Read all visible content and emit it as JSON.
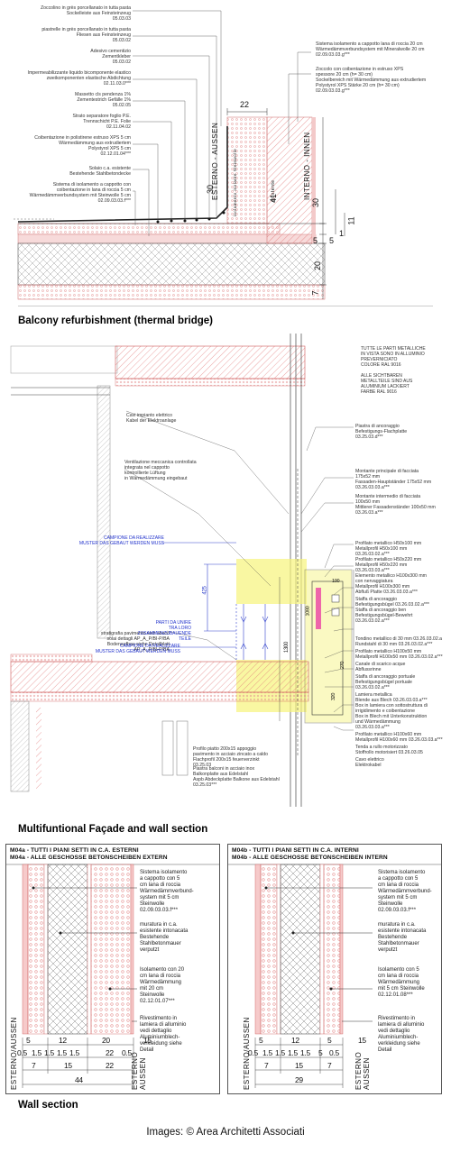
{
  "captions": {
    "balcony": "Balcony refurbishment (thermal bridge)",
    "facade": "Multifuntional Façade and wall section",
    "wall": "Wall section"
  },
  "credit": "Images: © Area Architetti Associati",
  "balcony": {
    "left_notes": [
      "Zoccolino in grès porcellanato in tutta pasta\nSockelleiste aus Feinsteinzeug\n05.03.03",
      "piastrelle in grès porcellanato in tutta pasta\nFliesen aus Feinsteinzeug\n05.03.02",
      "Adesivo cementizio\nZementkleber\n05.03.02",
      "Impermeabilizzante liquido bicomponente elastico\nzweikomponenten elastische Abdichtung\n02.11.03.0***",
      "Massetto cls pendenza 1%\nZementestrich Gefälle 1%\n05.02.05",
      "Strato separatore foglio P.E.\nTrennschicht P.E. Folie\n02.11.04.02",
      "Coibentazione in polistirene estruso XPS 5 cm\nWärmedämmung aus extrudiertem\nPolystyrol XPS 5 cm\n02.12.01.04***",
      "Solaio c.a. esistente\nBestehende Stahlbetondecke",
      "Sistema di isolamento a cappotto con\ncoibentazione in lana di roccia 5 cm\nWärmedämmverbundsystem mit Steinwolle 5 cm\n02.09.03.03.f***"
    ],
    "right_notes": [
      "Sistema isolamento a cappotto lana di roccia 20 cm\nWärmedämmverbundsystem mit Mineralwolle 20 cm\n02.09.03.03.g***",
      "Zoccolo con coibentazione in estruso XPS\nspessore 20 cm (h= 30 cm)\nSockelbereich mit Wärmedämmung aus extrudiertem\nPolystyrol XPS Stärke 20 cm (h= 30 cm)\n02.09.03.03.g***"
    ],
    "labels": {
      "outside": "ESTERNO - AUSSEN",
      "inside": "INTERNO - INNEN",
      "mineral": "isolamento isolante\nSteinwolle",
      "existing": "esistente"
    },
    "dims": {
      "top": "22",
      "d30a": "30",
      "d30b": "30",
      "d41": "41",
      "d5a": "5",
      "d5b": "5",
      "d11": "11",
      "d1": "1",
      "d20": "20",
      "d7": "7"
    }
  },
  "facade": {
    "top_note": "TUTTE LE PARTI METALLICHE\nIN VISTA SONO IN ALLUMINIO\nPREVERNICIATO\nCOLORE RAL 9016\n\nALLE SICHTBAREN\nMETALLTEILE SIND AUS\nALUMINIUM LACKIERT\nFARBE RAL 9016",
    "right_notes": [
      "Piastra di ancoraggio\nBefestigungs-Flachplatte\n03.25.03.d***",
      "Montante principale di facciata\n175x52 mm\nFassaden-Hauptständer 175x52 mm\n03.26.03.03.a***",
      "Montante intermedio di facciata\n100x50 mm\nMittlerer Fassadenständer 100x50 mm\n03.26.03.a***",
      "Profilato metallico H50x100 mm\nMetallprofil H50x100 mm\n03.26.03.02.a***",
      "Profilato metallico H50x220 mm\nMetallprofil H50x220 mm\n03.26.03.03.a***",
      "Elemento metallico H100x300 mm\ncon nervaggiatura\nMetallprofil H100x300 mm\nAbfluß Platte 03.26.03.03.a***",
      "Staffa di ancoraggio\nBefestigungsbügel 03.26.03.02.a***",
      "Staffa di ancoraggio ben\nBefestigungsbügel-Bewehrt\n03.26.03.02.a***",
      "Tondino metallico di 30 mm 03.26.03.02.a\nRundstahl di 30 mm 03.26.03.02.a***",
      "Profilato metallico H100x50 mm\nMetallprofil H100x50 mm 03.26.03.02.a***",
      "Canale di scarico acque\nAbflussrinne",
      "Staffa di ancoraggio portuale\nBefestigungsbügel portuale\n03.26.03.02.a***",
      "Lamiera metallica\nBlende aus Blech 03.26.03.03.a***",
      "Box in lamiera con sottostruttura di\nirrigidimento e coibentazione\nBox in Blech mit Unterkonstruktion\nund Wärmedämmung\n03.26.03.03.a***",
      "Profilato metallico H100x60 mm\nMetallprofil H100x60 mm 03.26.03.03.a***",
      "Tenda a rullo motorizzato\nStoffrollo motorisiert 03.26.03.05",
      "Cavo elettrico\nElektrokabel"
    ],
    "left_notes": [
      "Cavi impianto elettrico\nKabel der Elektroanlage",
      "Ventilazione meccanica controllata\nintegrata nel cappotto\nkontrollierte Lüftung\nin Wärmedämmung eingebaut",
      "stratigrafia pavimento vedi abaco\nsolai dettagli AP_A_P/BI-P/BA\nBodenaufbau siehe Detailblatt\nAP_A_P/BI-P/BA"
    ],
    "blue_notes": [
      "CAMPIONE DA REALIZZARE\nMUSTER DAS GEBAUT WERDEN MUSS",
      "PARTI DA UNIRE\nTRA LORO\nZUSAMMENZUBAUENDE\nTEILE",
      "CAMPIONE DA REALIZZARE\nMUSTER DAS GEBAUT WERDEN MUSS"
    ],
    "bottom_notes": [
      "Profilo piatto 200x15 appoggio\npavimento in acciaio zincato a caldo\nFlachprofil 200x15 feuerverzinkt\n03.25.03",
      "Piastra balconi in acciaio inox\nBalkonplatte aus Edelstahl\nAspb Abdeckplatte Balkone aus Edelstahl\n03.25.03***"
    ],
    "dims": {
      "d425": "425",
      "d100": "100",
      "d1300": "1300",
      "d1080": "1080",
      "d320": "320",
      "d270": "270"
    }
  },
  "wall": {
    "left": {
      "title": "M04a - TUTTI I PIANI SETTI IN C.A. ESTERNI\nM04a - ALLE GESCHOSSE BETONSCHEIBEN EXTERN",
      "notes": [
        "Sistema isolamento\na cappotto con 5\ncm lana di roccia\nWärmedämmverbund-\nsystem mit 5 cm\nSteinwolle\n02.09.03.03.f***",
        "muratura in c.a.\nesistente intonacata\nBestehende\nStahlbetonmauer\nverputzt",
        "Isolamento con 20\ncm lana di roccia\nWärmedämmung\nmit 20 cm\nSteinwolle\n02.12.01.07***",
        "Rivestimento in\nlamiera di alluminio\nvedi dettaglio\nAluminiumblech-\nverkleidung siehe\nDetail"
      ],
      "side_label": "ESTERNO/AUSSEN",
      "side_label2": "ESTERNO\nAUSSEN",
      "dims_row1": [
        "5",
        "12",
        "20",
        "15"
      ],
      "dims_row2": [
        "0.5",
        "1.5",
        "1.5",
        "1.5",
        "1.5",
        "22",
        "0.5"
      ],
      "dims_row3": [
        "7",
        "15",
        "22"
      ],
      "total": "44"
    },
    "right": {
      "title": "M04b - TUTTI I PIANI SETTI IN C.A. INTERNI\nM04b - ALLE GESCHOSSE BETONSCHEIBEN INTERN",
      "notes": [
        "Sistema isolamento\na cappotto con 5\ncm lana di roccia\nWärmedämmverbund-\nsystem mit 5 cm\nSteinwolle\n02.09.03.03.f***",
        "muratura in c.a.\nesistente intonacata\nBestehende\nStahlbetonmauer\nverputzt",
        "Isolamento con 5\ncm lana di roccia\nWärmedämmung\nmit 5 cm Steinwolle\n02.12.01.08***",
        "Rivestimento in\nlamiera di alluminio\nvedi dettaglio\nAluminiumblech-\nverkleidung siehe\nDetail"
      ],
      "side_label": "ESTERNO/AUSSEN",
      "side_label2": "ESTERNO\nAUSSEN",
      "dims_row1": [
        "5",
        "12",
        "5",
        "15"
      ],
      "dims_row2": [
        "0.5",
        "1.5",
        "1.5",
        "1.5",
        "1.5",
        "5",
        "0.5"
      ],
      "dims_row3": [
        "7",
        "15",
        "7"
      ],
      "total": "29"
    }
  }
}
